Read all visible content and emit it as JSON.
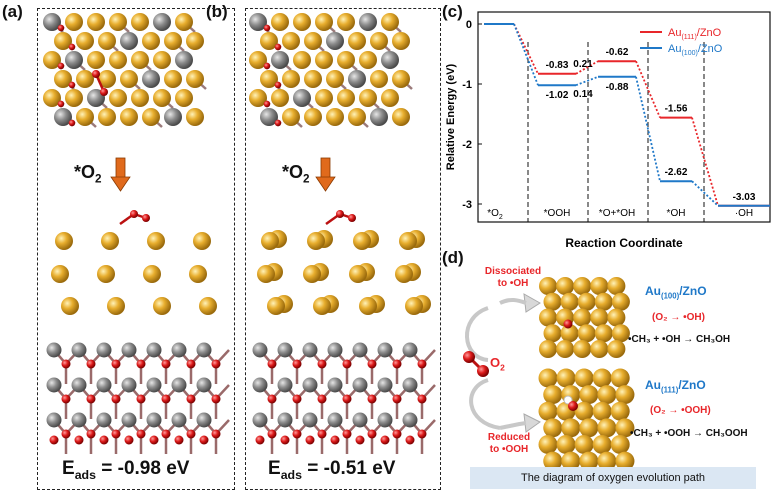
{
  "panels": {
    "a": {
      "label": "(a)",
      "eads_prefix": "E",
      "eads_sub": "ads",
      "eads_value": " = -0.98 eV",
      "adsorbate": "*O",
      "adsorbate_sub": "2"
    },
    "b": {
      "label": "(b)",
      "eads_prefix": "E",
      "eads_sub": "ads",
      "eads_value": " = -0.51 eV",
      "adsorbate": "*O",
      "adsorbate_sub": "2"
    },
    "c": {
      "label": "(c)"
    },
    "d": {
      "label": "(d)"
    }
  },
  "colors": {
    "au": "#e4a82a",
    "zn": "#8a8a8a",
    "o": "#d8141e",
    "red_series": "#e8262a",
    "blue_series": "#1f78c8",
    "arrow": "#e06a1c"
  },
  "chart_data": {
    "type": "line",
    "ylabel": "Relative Energy (eV)",
    "xlabel": "Reaction Coordinate",
    "ylim": [
      -3.3,
      0.2
    ],
    "yticks": [
      "0",
      "-1",
      "-2",
      "-3"
    ],
    "states": [
      "*O",
      "*OOH",
      "*O+*OH",
      "*OH",
      "·OH"
    ],
    "state_labels": [
      {
        "main": "*O",
        "sub": "2"
      },
      {
        "main": "*OOH",
        "sub": ""
      },
      {
        "main": "*O+*OH",
        "sub": ""
      },
      {
        "main": "*OH",
        "sub": ""
      },
      {
        "main": "·OH",
        "sub": ""
      }
    ],
    "series": [
      {
        "name": "Au(111)/ZnO",
        "name_main": "Au",
        "name_sub": "(111)",
        "name_tail": "/ZnO",
        "color": "#e8262a",
        "values": [
          0,
          -0.83,
          -0.62,
          -1.56,
          -3.03
        ],
        "labels": [
          "",
          "-0.83",
          "-0.62",
          "-1.56",
          "-3.03"
        ]
      },
      {
        "name": "Au(100)/ZnO",
        "name_main": "Au",
        "name_sub": "(100)",
        "name_tail": "/ZnO",
        "color": "#1f78c8",
        "values": [
          0,
          -1.02,
          -0.88,
          -2.62,
          -3.03
        ],
        "labels": [
          "",
          "-1.02",
          "-0.88",
          "-2.62",
          ""
        ]
      }
    ],
    "barriers": [
      "0.21",
      "0.14"
    ],
    "legend": "top-right"
  },
  "schematic": {
    "dissociated": [
      "Dissociated",
      "to •OH"
    ],
    "reduced": [
      "Reduced",
      "to •OOH"
    ],
    "o2": "O",
    "o2_sub": "2",
    "top": {
      "name_main": "Au",
      "name_sub": "(100)",
      "name_tail": "/ZnO",
      "paren": "(O₂ → •OH)",
      "rxn": "•CH₃ + •OH → CH₃OH"
    },
    "bottom": {
      "name_main": "Au",
      "name_sub": "(111)",
      "name_tail": "/ZnO",
      "paren": "(O₂ → •OOH)",
      "rxn": "•CH₃ + •OOH → CH₃OOH"
    },
    "caption": "The diagram of oxygen evolution path"
  }
}
